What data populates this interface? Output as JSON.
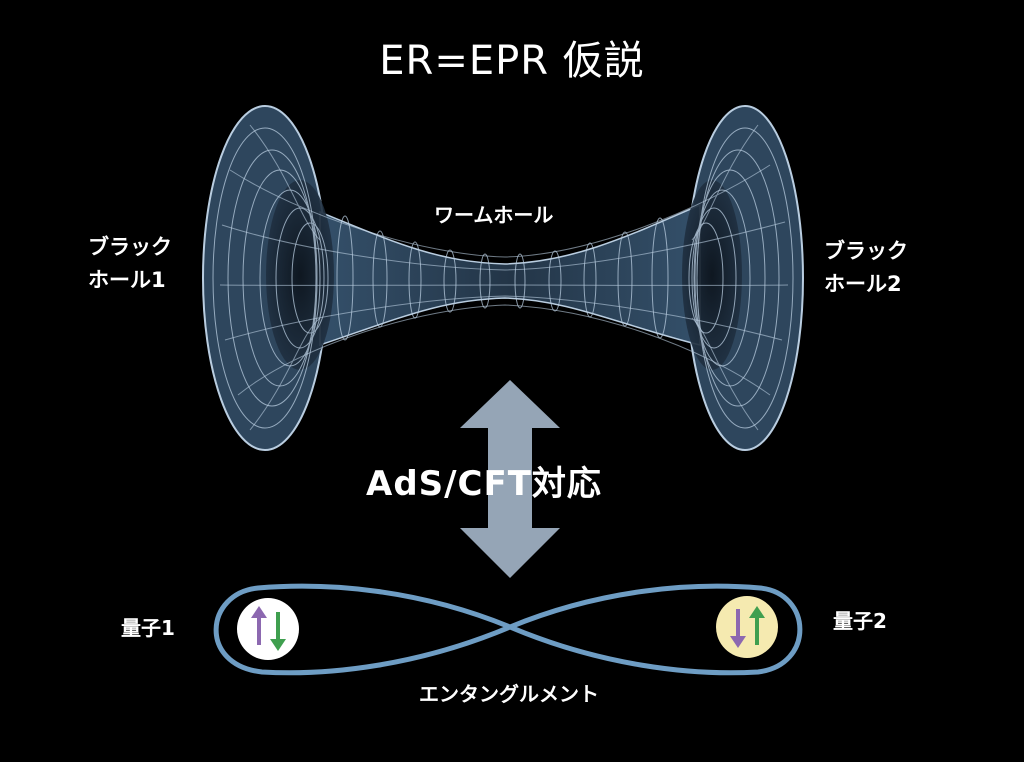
{
  "title": "ER=EPR 仮説",
  "labels": {
    "black_hole_1": [
      "ブラック",
      "ホール1"
    ],
    "black_hole_2": [
      "ブラック",
      "ホール2"
    ],
    "wormhole": "ワームホール",
    "correspondence": "AdS/CFT対応",
    "quantum_1": "量子1",
    "quantum_2": "量子2",
    "entanglement": "エンタングルメント"
  },
  "colors": {
    "background": "#000000",
    "mesh": "#2d4258",
    "mesh_line": "#b9cde0",
    "arrow": "#95a5b6",
    "loop": "#6e9dc4",
    "qubit_1_bg": "#ffffff",
    "qubit_2_bg": "#f5eab0",
    "spin_purple": "#8c68b0",
    "spin_green": "#3f9f4f"
  },
  "icons": {
    "qubit_1": [
      "up-arrow-purple",
      "down-arrow-green"
    ],
    "qubit_2": [
      "down-arrow-purple",
      "up-arrow-green"
    ]
  }
}
